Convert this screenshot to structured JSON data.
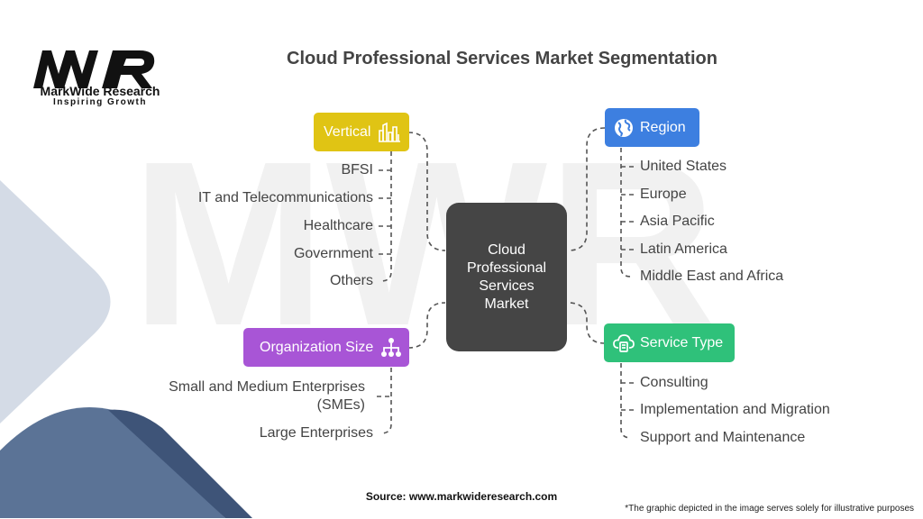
{
  "brand": {
    "logo_text": "MWR",
    "name": "MarkWide Research",
    "tagline": "Inspiring Growth"
  },
  "title": "Cloud Professional Services Market Segmentation",
  "center": {
    "label": "Cloud Professional Services Market"
  },
  "segments": {
    "vertical": {
      "label": "Vertical",
      "icon": "city-skyline-icon",
      "color": "#e0c414",
      "items": [
        "BFSI",
        "IT and Telecommunications",
        "Healthcare",
        "Government",
        "Others"
      ]
    },
    "region": {
      "label": "Region",
      "icon": "globe-icon",
      "color": "#3d7fe0",
      "items": [
        "United States",
        "Europe",
        "Asia Pacific",
        "Latin America",
        "Middle East and Africa"
      ]
    },
    "organization_size": {
      "label": "Organization Size",
      "icon": "org-chart-icon",
      "color": "#a855d6",
      "items": [
        "Small and Medium Enterprises",
        "(SMEs)",
        "Large Enterprises"
      ]
    },
    "service_type": {
      "label": "Service Type",
      "icon": "cloud-document-icon",
      "color": "#2fc17a",
      "items": [
        "Consulting",
        "Implementation and Migration",
        "Support and Maintenance"
      ]
    }
  },
  "footer": {
    "source": "Source: www.markwideresearch.com",
    "note": "*The graphic depicted in the image serves solely for illustrative purposes"
  }
}
